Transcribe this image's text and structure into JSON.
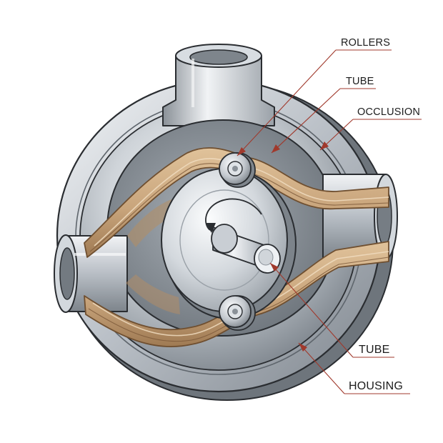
{
  "labels": {
    "rollers": "ROLLERS",
    "tube_top": "TUBE",
    "occlusion": "OCCLUSION",
    "tube_bottom": "TUBE",
    "housing": "HOUSING"
  },
  "colors": {
    "steel_light": "#eef1f4",
    "steel_mid": "#c2c8ce",
    "steel_dark": "#868d95",
    "tube_tan": "#c9a57c",
    "tube_dark": "#8a6643",
    "leader_line": "#a0392c"
  }
}
